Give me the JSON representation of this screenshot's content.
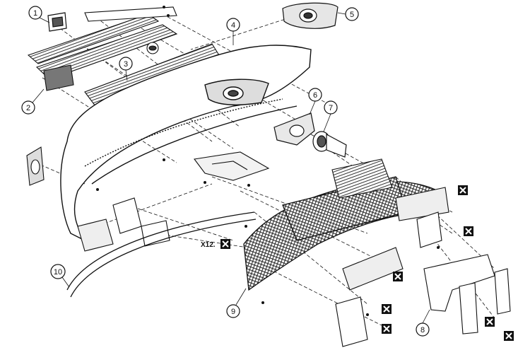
{
  "callouts": [
    {
      "id": "1",
      "label": "1"
    },
    {
      "id": "2",
      "label": "2"
    },
    {
      "id": "3",
      "label": "3"
    },
    {
      "id": "4",
      "label": "4"
    },
    {
      "id": "5",
      "label": "5"
    },
    {
      "id": "6",
      "label": "6"
    },
    {
      "id": "7",
      "label": "7"
    },
    {
      "id": "8",
      "label": "8"
    },
    {
      "id": "9",
      "label": "9"
    },
    {
      "id": "10",
      "label": "10"
    }
  ],
  "fastener_quantity": "X12.",
  "fastener_marker_icon": "x-box-icon",
  "colors": {
    "ink": "#111111",
    "paper": "#ffffff",
    "shade": "#9a9a9a"
  }
}
